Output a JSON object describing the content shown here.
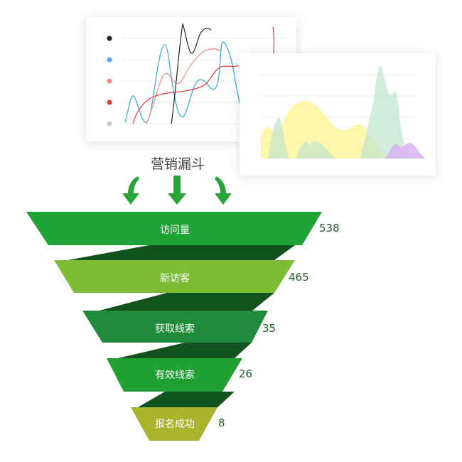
{
  "funnel": {
    "title": "营销漏斗",
    "stages": [
      {
        "label": "访问量",
        "value": "538",
        "color": "#1fa236"
      },
      {
        "label": "新访客",
        "value": "465",
        "color": "#7bbe35"
      },
      {
        "label": "获取线索",
        "value": "35",
        "color": "#1f8a3a"
      },
      {
        "label": "有效线索",
        "value": "26",
        "color": "#1ea033"
      },
      {
        "label": "报名成功",
        "value": "8",
        "color": "#a8b52c"
      }
    ],
    "connector_color": "#12521f",
    "arrow_color": "#28a43a"
  },
  "line_chart": {
    "legend_colors": [
      "#222222",
      "#55a8ee",
      "#f08a8a",
      "#e23b3b",
      "#cccccc"
    ]
  },
  "area_chart": {
    "series_colors": [
      "#fff59a",
      "#bfe6cf",
      "#d8b3f0"
    ]
  }
}
